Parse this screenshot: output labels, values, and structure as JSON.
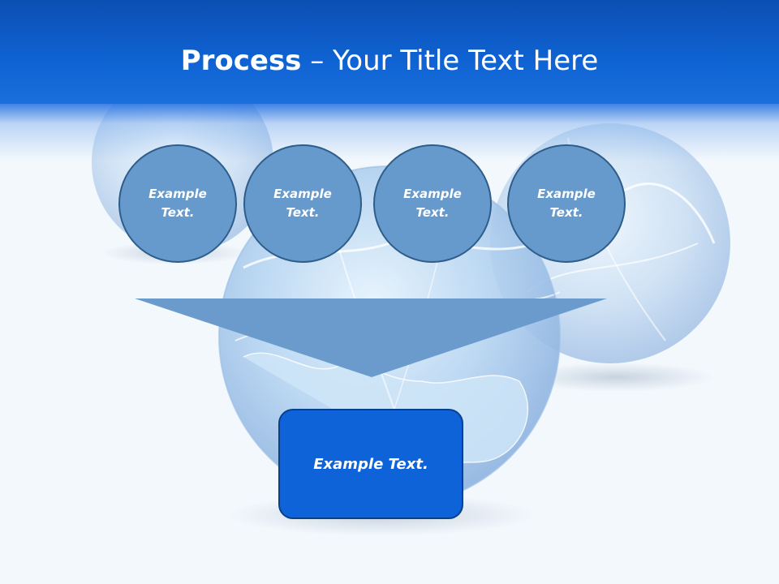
{
  "slide": {
    "title_bold": "Process",
    "title_rest": " – Your Title Text Here"
  },
  "steps": [
    {
      "line1": "Example",
      "line2": "Text."
    },
    {
      "line1": "Example",
      "line2": "Text."
    },
    {
      "line1": "Example",
      "line2": "Text."
    },
    {
      "line1": "Example",
      "line2": "Text."
    }
  ],
  "result": {
    "label": "Example Text."
  },
  "colors": {
    "header": "#0f63d3",
    "circle_fill": "#6699cc",
    "circle_border": "#2f5d8a",
    "funnel_fill": "#6a9bcc",
    "box_fill": "#0f63d8",
    "box_border": "#0a3f8f",
    "background": "#f3f8fd"
  },
  "icons": {
    "background_art": "globe-icon"
  }
}
